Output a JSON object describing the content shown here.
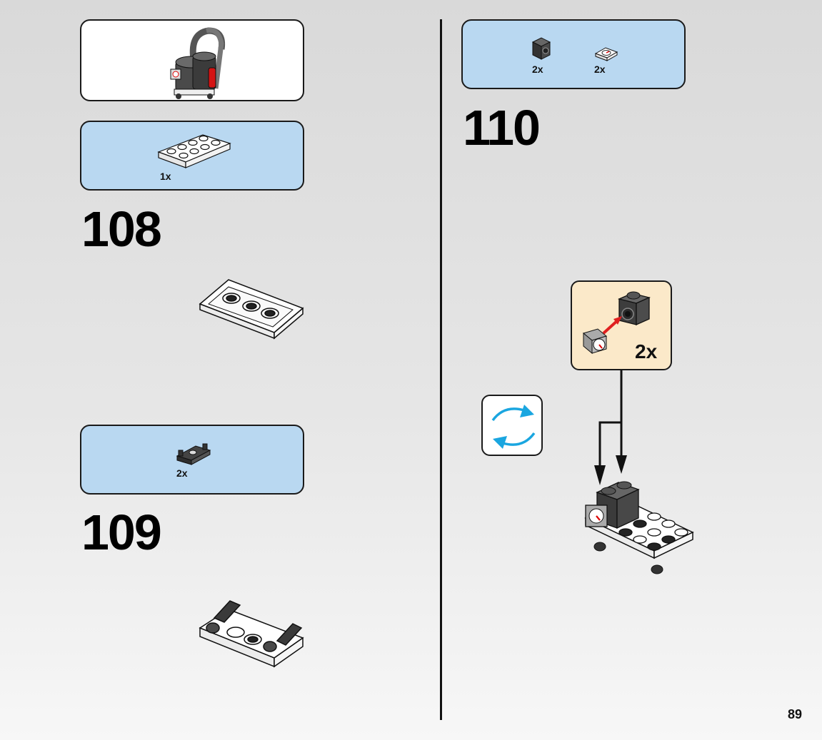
{
  "steps": [
    "108",
    "109",
    "110"
  ],
  "parts_108": {
    "qty": "1x",
    "part": "plate-2x4-white"
  },
  "parts_109": {
    "qty": "2x",
    "part": "plate-1x2-clip-dark-grey"
  },
  "parts_110": {
    "items": [
      {
        "qty": "2x",
        "part": "brick-1x1-stud-dark-grey"
      },
      {
        "qty": "2x",
        "part": "tile-1x1-gauge"
      }
    ]
  },
  "callout": {
    "qty": "2x"
  },
  "page_number": "89",
  "colors": {
    "parts_bg": "#b9d8f1",
    "callout_bg": "#fbe9c9",
    "rotate_arrows": "#1aa6e0",
    "page_bg": "#e4e4e4"
  },
  "icons": [
    "rotate-model-icon",
    "assembly-arrow-icon"
  ]
}
